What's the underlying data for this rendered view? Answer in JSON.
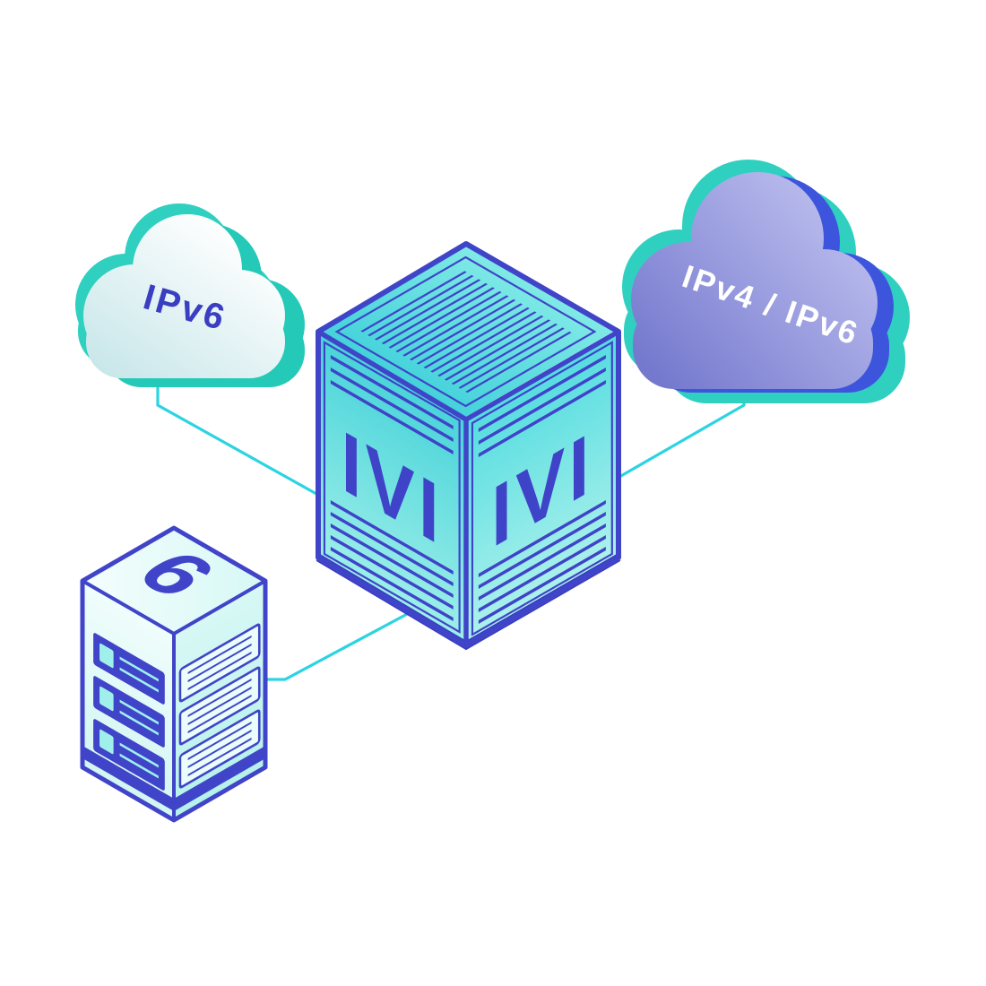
{
  "diagram": {
    "background": "#ffffff",
    "left_cloud": {
      "label": "IPv6",
      "text_color": "#3a3ec2",
      "body_colors": [
        "#c9e7ea",
        "#ffffff"
      ],
      "depth_color": "#2fd0c0"
    },
    "right_cloud": {
      "label": "IPv4 / IPv6",
      "text_color": "#ffffff",
      "body_colors": [
        "#7579ce",
        "#bcbeee"
      ],
      "depth_colors": [
        "#3d55dc",
        "#2fd0c0"
      ]
    },
    "translator": {
      "left_face_label": "IVI",
      "right_face_label": "IVI",
      "face_color": "#4fd8dc",
      "accent_color": "#3f43c8"
    },
    "server": {
      "top_label": "6",
      "accent_color": "#4044c8"
    },
    "connector_color": "#2cd3e2",
    "connections": [
      {
        "from": "left-cloud",
        "to": "translator-cube"
      },
      {
        "from": "right-cloud",
        "to": "translator-cube"
      },
      {
        "from": "server-rack",
        "to": "translator-cube"
      }
    ]
  }
}
